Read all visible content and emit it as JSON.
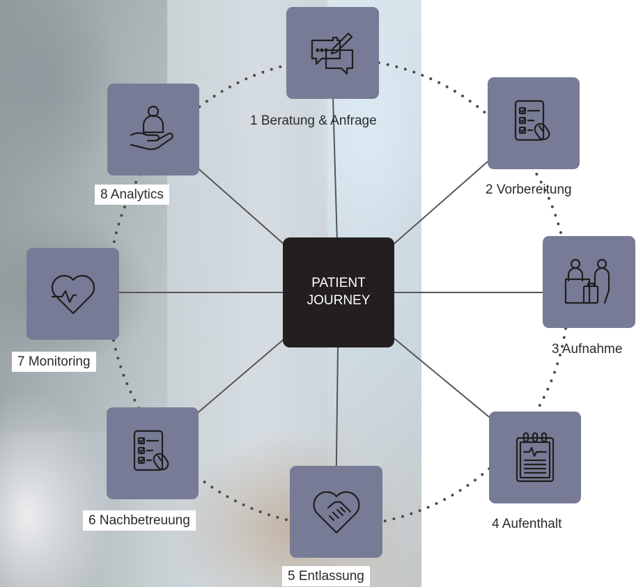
{
  "center": {
    "line1": "PATIENT",
    "line2": "JOURNEY"
  },
  "steps": [
    {
      "label": "1 Beratung & Anfrage",
      "icon": "chat-edit-icon"
    },
    {
      "label": "2 Vorbereitung",
      "icon": "checklist-mouse-icon"
    },
    {
      "label": "3 Aufnahme",
      "icon": "reception-desk-icon"
    },
    {
      "label": "4 Aufenthalt",
      "icon": "medical-clipboard-icon"
    },
    {
      "label": "5 Entlassung",
      "icon": "heart-handshake-icon"
    },
    {
      "label": "6 Nachbetreuung",
      "icon": "checklist-mouse-icon"
    },
    {
      "label": "7 Monitoring",
      "icon": "heart-pulse-icon"
    },
    {
      "label": "8 Analytics",
      "icon": "hand-person-icon"
    }
  ],
  "colors": {
    "tile": "#777b95",
    "center": "#231f20",
    "connector": "#555555",
    "dots": "#4a4a4a",
    "icon_stroke": "#1e1e1e"
  }
}
